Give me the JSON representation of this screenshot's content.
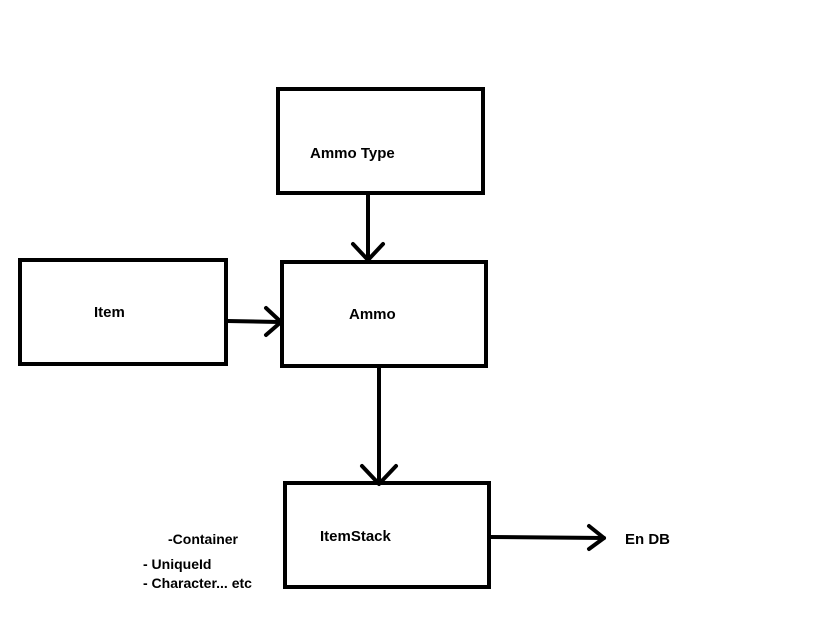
{
  "diagram": {
    "nodes": {
      "ammo_type": {
        "label": "Ammo Type"
      },
      "item": {
        "label": "Item"
      },
      "ammo": {
        "label": "Ammo"
      },
      "item_stack": {
        "label": "ItemStack"
      }
    },
    "edges": [
      {
        "from": "ammo_type",
        "to": "ammo"
      },
      {
        "from": "item",
        "to": "ammo"
      },
      {
        "from": "ammo",
        "to": "item_stack"
      },
      {
        "from": "item_stack",
        "to": "en_db"
      }
    ],
    "external_label": "En DB",
    "notes": [
      "-Container",
      "- UniqueId",
      "- Character... etc"
    ]
  }
}
